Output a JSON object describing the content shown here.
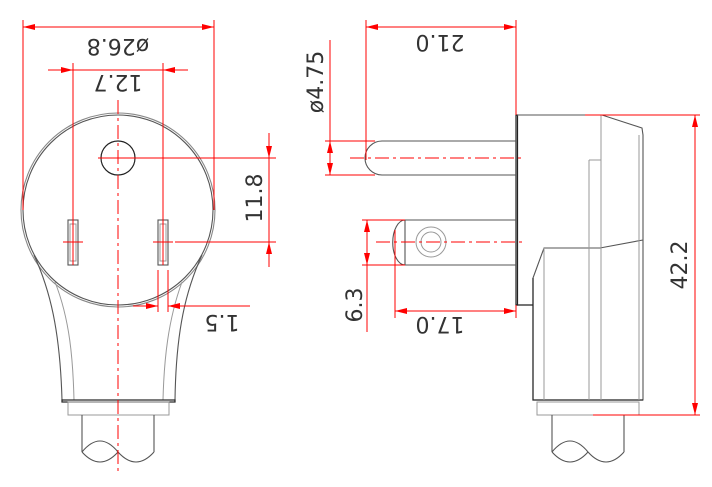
{
  "dimensions": {
    "front_outer_diameter": "ø26.8",
    "front_blade_spacing": "12.7",
    "front_pin_to_blade": "11.8",
    "front_blade_thickness": "1.5",
    "side_ground_pin_length": "21.0",
    "side_ground_pin_diameter": "ø4.75",
    "side_blade_width": "6.3",
    "side_blade_length": "17.0",
    "side_body_height": "42.2"
  },
  "colors": {
    "dimension": "#ff0000",
    "outline": "#555555"
  }
}
